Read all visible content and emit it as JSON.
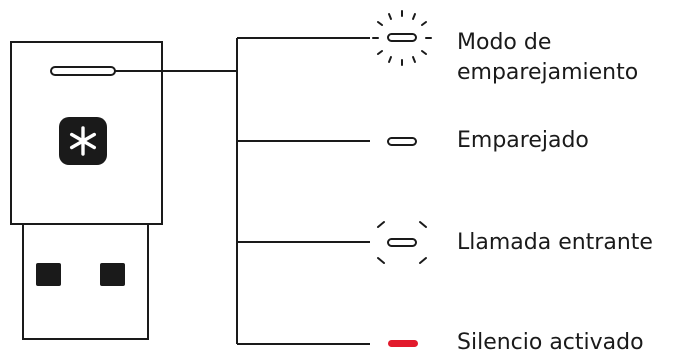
{
  "legend": {
    "items": [
      {
        "id": "pairing",
        "label_lines": [
          "Modo de",
          "emparejamiento"
        ],
        "led_state": "blinking-fast"
      },
      {
        "id": "paired",
        "label_lines": [
          "Emparejado"
        ],
        "led_state": "solid"
      },
      {
        "id": "incoming",
        "label_lines": [
          "Llamada entrante"
        ],
        "led_state": "blinking"
      },
      {
        "id": "mute",
        "label_lines": [
          "Silencio activado"
        ],
        "led_state": "solid-red"
      }
    ]
  },
  "device": {
    "logo_icon": "bluetooth-asterisk-icon"
  },
  "colors": {
    "outline": "#1a1a1a",
    "led_white": "#ffffff",
    "led_red": "#e21a2c"
  }
}
